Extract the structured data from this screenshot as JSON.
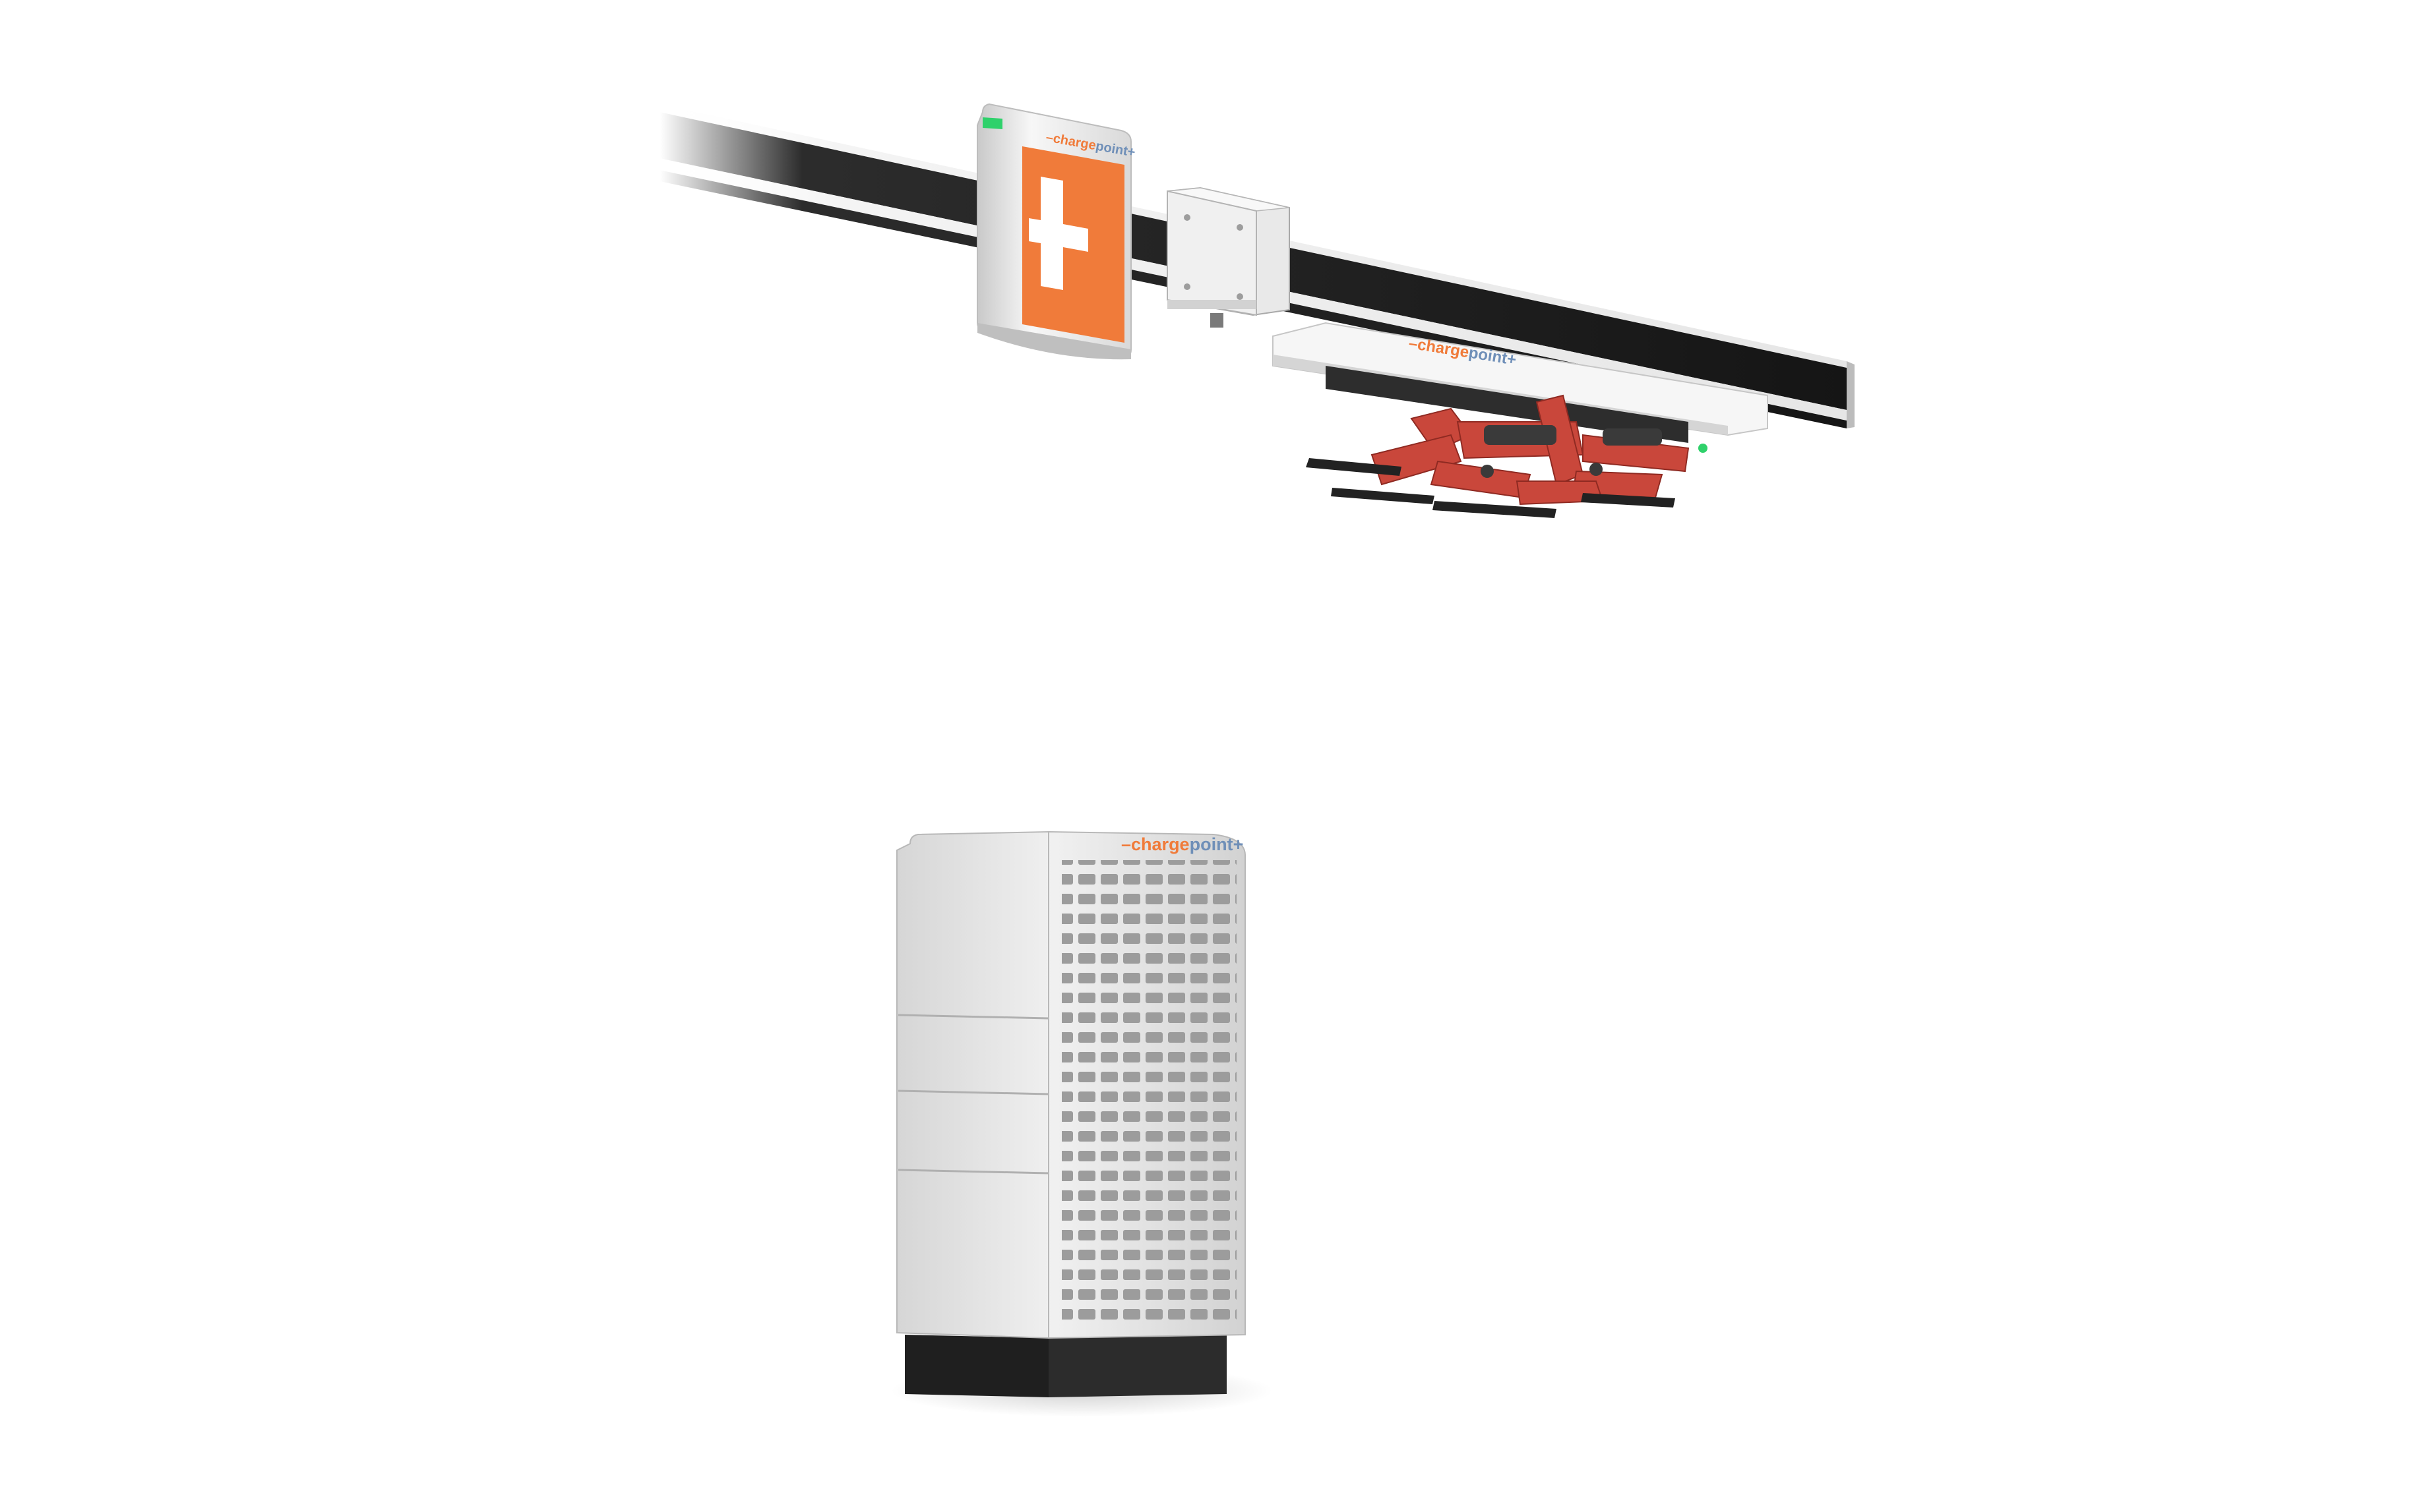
{
  "brand": {
    "name": "chargepoint",
    "prefix_dash": "–",
    "word_orange": "charge",
    "word_blue": "point",
    "suffix_plus": "+"
  },
  "colors": {
    "brand_orange": "#f07b3a",
    "brand_blue": "#6f8fb8",
    "rail_black": "#151515",
    "housing_white": "#f3f3f3",
    "cabinet_silver": "#e6e6e6",
    "cabinet_base": "#2b2b2b",
    "pantograph_red": "#c9473b",
    "status_green": "#2fd16b"
  },
  "icons": {
    "plus_logo": "plus-icon"
  }
}
